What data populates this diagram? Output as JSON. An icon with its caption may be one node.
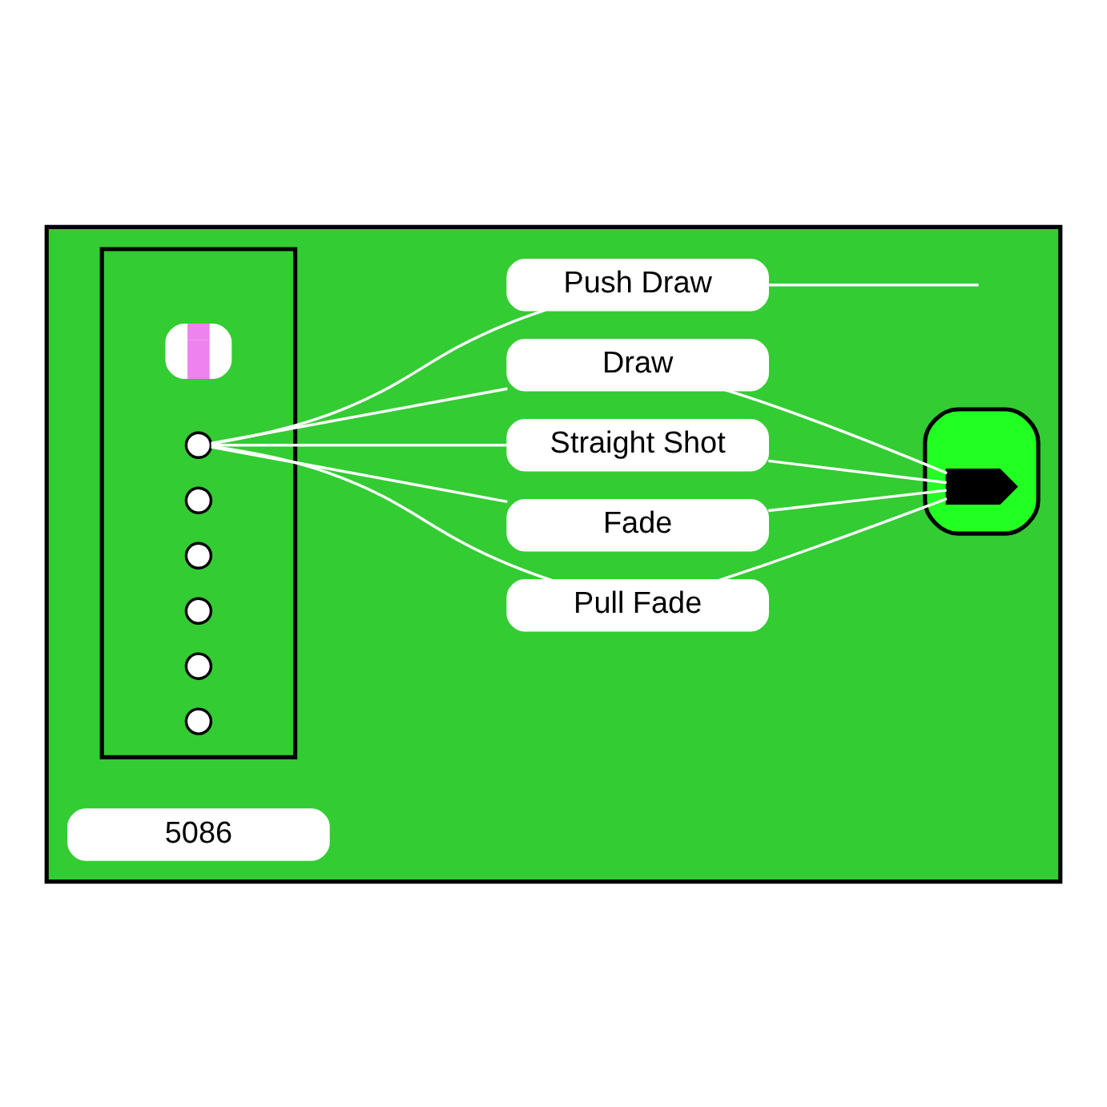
{
  "diagram": {
    "nodes": [
      {
        "text": [],
        "shape": "box"
      },
      {
        "text": [
          "5086"
        ],
        "in": 0
      },
      {
        "text": [],
        "shape": "box",
        "in": 0
      },
      {
        "text": [],
        "shape": "person",
        "in": 2
      },
      {
        "text": [],
        "shape": "circle",
        "in": 2
      },
      {
        "text": [],
        "shape": "circle",
        "in": 2
      },
      {
        "text": [],
        "shape": "circle",
        "in": 2
      },
      {
        "text": [],
        "shape": "circle",
        "in": 2
      },
      {
        "text": [],
        "shape": "circle",
        "in": 2
      },
      {
        "text": [],
        "shape": "circle",
        "in": 2
      },
      {
        "text": [],
        "shape": "ellipse",
        "in": 0
      },
      {
        "text": [],
        "shape": "flag",
        "in": 10
      },
      {
        "text": [
          "Pull Fade"
        ],
        "in": 0
      },
      {
        "text": [
          "Fade"
        ],
        "in": 0
      },
      {
        "text": [
          "Straight Shot"
        ],
        "in": 0
      },
      {
        "text": [
          "Draw"
        ],
        "in": 0
      },
      {
        "text": [
          "Push Draw"
        ],
        "in": 0
      }
    ],
    "edges": [
      {
        "from": 4,
        "to": 12,
        "arrow": "none"
      },
      {
        "from": 4,
        "to": 13,
        "arrow": "none"
      },
      {
        "from": 4,
        "to": 14,
        "arrow": "none"
      },
      {
        "from": 4,
        "to": 15,
        "arrow": "none"
      },
      {
        "from": 4,
        "to": 16,
        "arrow": "none"
      },
      {
        "from": 12,
        "to": 11,
        "arrow": "none"
      },
      {
        "from": 13,
        "to": 11,
        "arrow": "none"
      },
      {
        "from": 14,
        "to": 11,
        "arrow": "none"
      },
      {
        "from": 15,
        "to": 11,
        "arrow": "none"
      },
      {
        "from": 16,
        "to": null,
        "arrow": "none"
      }
    ]
  }
}
